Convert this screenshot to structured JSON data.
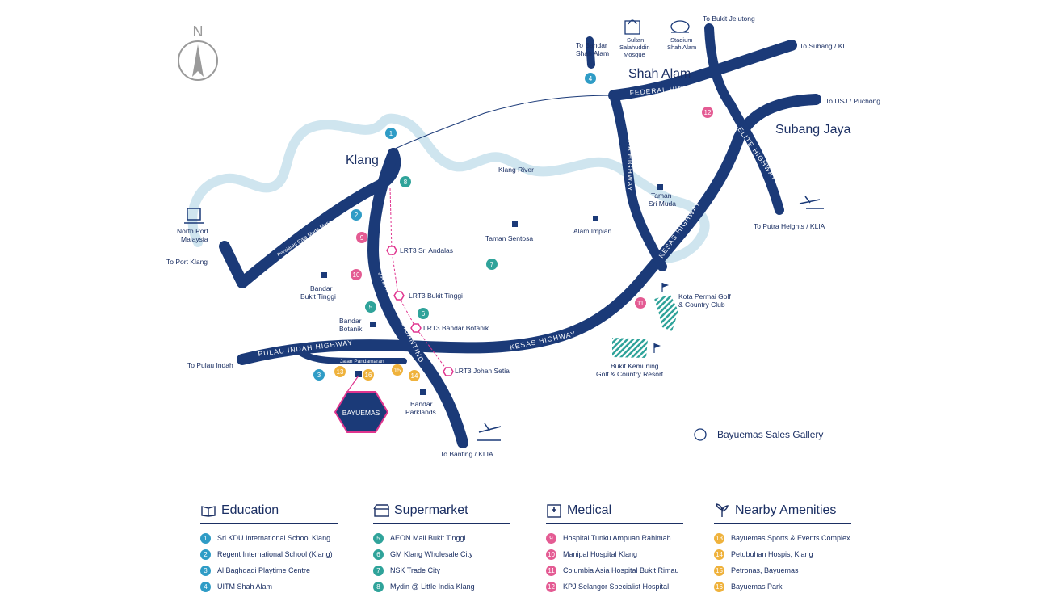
{
  "colors": {
    "road": "#1b3a78",
    "river": "#cfe5ef",
    "edu": "#2f9cc6",
    "super": "#2fa39a",
    "med": "#e45b93",
    "amen": "#efb23c",
    "highlight": "#e0358f"
  },
  "compass": {
    "label": "N"
  },
  "areas": {
    "klang": "Klang",
    "shah_alam": "Shah Alam",
    "subang_jaya": "Subang Jaya"
  },
  "directions": {
    "bukit_jelutong": "To Bukit Jelutong",
    "subang_kl": "To Subang / KL",
    "usj_puchong": "To USJ / Puchong",
    "port_klang": "To Port Klang",
    "pulau_indah": "To Pulau Indah",
    "banting_klia": "To Banting / KLIA",
    "putra_klia": "To Putra Heights /  KLIA",
    "bandar_shah_alam_1": "To Bandar",
    "bandar_shah_alam_2": "Shah Alam"
  },
  "highways": {
    "federal_1": "FEDERAL HIGHWAY",
    "federal_2": "FEDERAL HIGHWAY",
    "kesas_1": "KESAS HIGHWAY",
    "kesas_2": "KESAS HIGHWAY",
    "elite": "ELITE HIGHWAY",
    "lksa": "LKSA HIGHWAY",
    "pulau_indah": "PULAU INDAH HIGHWAY",
    "jalan_kelang_banting": "JALAN KELANG/BANTING",
    "persiaran": "Persiaran Raja Muda Musa",
    "pandamaran": "Jalan Pandamaran"
  },
  "places": {
    "klang_river": "Klang River",
    "taman_sentosa": "Taman Sentosa",
    "alam_impian": "Alam Impian",
    "taman_sri_muda_1": "Taman",
    "taman_sri_muda_2": "Sri Muda",
    "bandar_bukit_tinggi_1": "Bandar",
    "bandar_bukit_tinggi_2": "Bukit Tinggi",
    "bandar_botanik_1": "Bandar",
    "bandar_botanik_2": "Botanik",
    "bandar_parklands_1": "Bandar",
    "bandar_parklands_2": "Parklands",
    "north_port_1": "North Port",
    "north_port_2": "Malaysia",
    "mosque_1": "Sultan",
    "mosque_2": "Salahuddin",
    "mosque_3": "Mosque",
    "stadium_1": "Stadium",
    "stadium_2": "Shah Alam",
    "kota_permai_1": "Kota Permai Golf",
    "kota_permai_2": "& Country Club",
    "bukit_kemuning_1": "Bukit Kemuning",
    "bukit_kemuning_2": "Golf & Country Resort",
    "bayuemas": "BAYUEMAS"
  },
  "lrt": [
    "LRT3 Sri Andalas",
    "LRT3 Bukit Tinggi",
    "LRT3 Bandar Botanik",
    "LRT3 Johan Setia"
  ],
  "sales_gallery": "Bayuemas Sales Gallery",
  "legend": {
    "education": {
      "title": "Education",
      "items": [
        {
          "n": "1",
          "label": "Sri KDU International School Klang"
        },
        {
          "n": "2",
          "label": "Regent International School (Klang)"
        },
        {
          "n": "3",
          "label": "Al Baghdadi Playtime Centre"
        },
        {
          "n": "4",
          "label": "UITM Shah Alam"
        }
      ]
    },
    "supermarket": {
      "title": "Supermarket",
      "items": [
        {
          "n": "5",
          "label": "AEON Mall Bukit Tinggi"
        },
        {
          "n": "6",
          "label": "GM Klang Wholesale City"
        },
        {
          "n": "7",
          "label": "NSK Trade City"
        },
        {
          "n": "8",
          "label": "Mydin @ Little India Klang"
        }
      ]
    },
    "medical": {
      "title": "Medical",
      "items": [
        {
          "n": "9",
          "label": "Hospital Tunku Ampuan Rahimah"
        },
        {
          "n": "10",
          "label": "Manipal Hospital Klang"
        },
        {
          "n": "11",
          "label": "Columbia Asia Hospital Bukit Rimau"
        },
        {
          "n": "12",
          "label": "KPJ Selangor Specialist Hospital"
        }
      ]
    },
    "amenities": {
      "title": "Nearby Amenities",
      "items": [
        {
          "n": "13",
          "label": "Bayuemas Sports & Events Complex"
        },
        {
          "n": "14",
          "label": "Petubuhan Hospis, Klang"
        },
        {
          "n": "15",
          "label": "Petronas, Bayuemas"
        },
        {
          "n": "16",
          "label": "Bayuemas Park"
        }
      ]
    }
  },
  "pins": [
    {
      "n": "1",
      "cat": "edu"
    },
    {
      "n": "2",
      "cat": "edu"
    },
    {
      "n": "3",
      "cat": "edu"
    },
    {
      "n": "4",
      "cat": "edu"
    },
    {
      "n": "5",
      "cat": "super"
    },
    {
      "n": "6",
      "cat": "super"
    },
    {
      "n": "7",
      "cat": "super"
    },
    {
      "n": "8",
      "cat": "super"
    },
    {
      "n": "9",
      "cat": "med"
    },
    {
      "n": "10",
      "cat": "med"
    },
    {
      "n": "11",
      "cat": "med"
    },
    {
      "n": "12",
      "cat": "med"
    },
    {
      "n": "13",
      "cat": "amen"
    },
    {
      "n": "14",
      "cat": "amen"
    },
    {
      "n": "15",
      "cat": "amen"
    },
    {
      "n": "16",
      "cat": "amen"
    }
  ]
}
